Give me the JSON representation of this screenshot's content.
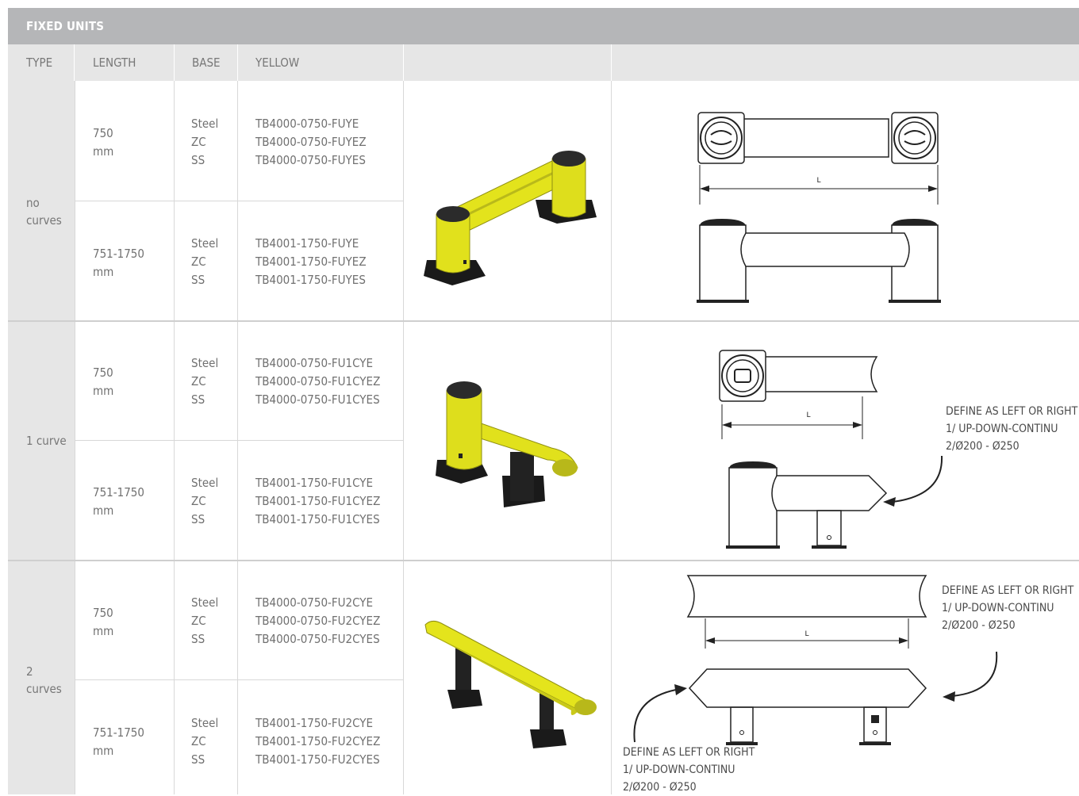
{
  "title": "FIXED UNITS",
  "headers": {
    "type": "TYPE",
    "length": "LENGTH",
    "base": "BASE",
    "yellow": "YELLOW"
  },
  "groups": [
    {
      "type": "no\ncurves",
      "rows": [
        {
          "length": "750\nmm",
          "base": "Steel\nZC\nSS",
          "codes": "TB4000-0750-FUYE\nTB4000-0750-FUYEZ\nTB4000-0750-FUYES"
        },
        {
          "length": "751-1750\nmm",
          "base": "Steel\nZC\nSS",
          "codes": "TB4001-1750-FUYE\nTB4001-1750-FUYEZ\nTB4001-1750-FUYES"
        }
      ]
    },
    {
      "type": "1 curve",
      "rows": [
        {
          "length": "750\nmm",
          "base": "Steel\nZC\nSS",
          "codes": "TB4000-0750-FU1CYE\nTB4000-0750-FU1CYEZ\nTB4000-0750-FU1CYES"
        },
        {
          "length": "751-1750\nmm",
          "base": "Steel\nZC\nSS",
          "codes": "TB4001-1750-FU1CYE\nTB4001-1750-FU1CYEZ\nTB4001-1750-FU1CYES"
        }
      ]
    },
    {
      "type": "2\ncurves",
      "rows": [
        {
          "length": "750\nmm",
          "base": "Steel\nZC\nSS",
          "codes": "TB4000-0750-FU2CYE\nTB4000-0750-FU2CYEZ\nTB4000-0750-FU2CYES"
        },
        {
          "length": "751-1750\nmm",
          "base": "Steel\nZC\nSS",
          "codes": "TB4001-1750-FU2CYE\nTB4001-1750-FU2CYEZ\nTB4001-1750-FU2CYES"
        }
      ]
    }
  ],
  "dimension_label": "L",
  "define_note": "DEFINE AS LEFT OR RIGHT\n1/ UP-DOWN-CONTINU\n2/Ø200 - Ø250",
  "colors": {
    "yellow": "#e6e619",
    "black": "#1e1e1e",
    "header_gray": "#b5b6b8",
    "cell_gray": "#e6e6e6"
  }
}
